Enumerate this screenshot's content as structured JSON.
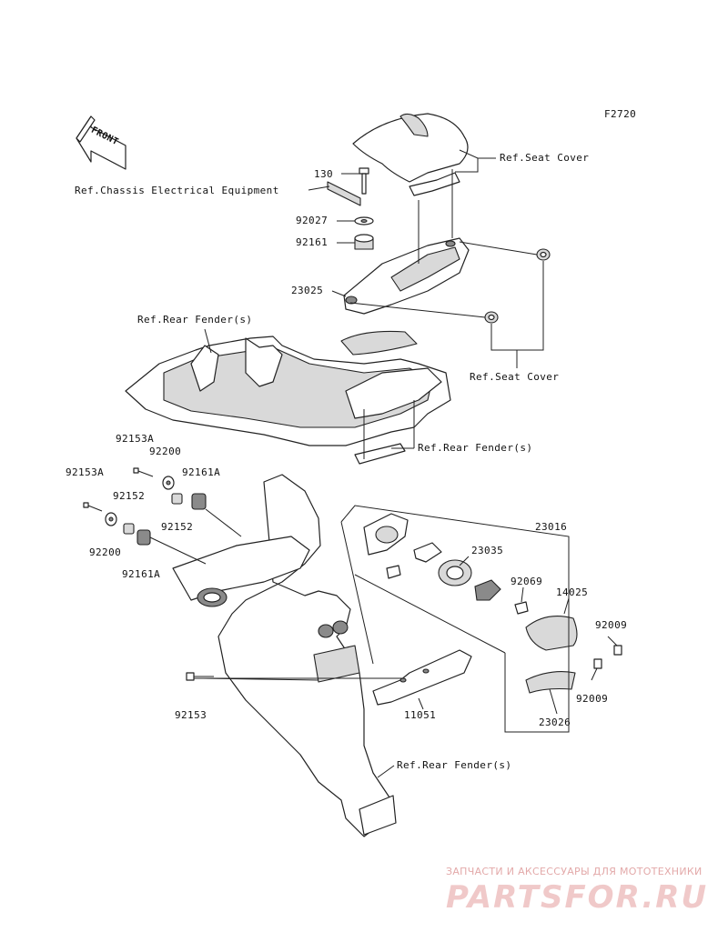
{
  "figure_id": "F2720",
  "front_label": "FRONT",
  "callouts": {
    "p130": "130",
    "chassis_ref": "Ref.Chassis Electrical Equipment",
    "p92027": "92027",
    "p92161": "92161",
    "p23025": "23025",
    "seat_cover_ref_top": "Ref.Seat Cover",
    "rear_fender_ref_top": "Ref.Rear Fender(s)",
    "seat_cover_ref_mid": "Ref.Seat Cover",
    "rear_fender_ref_mid": "Ref.Rear Fender(s)",
    "p92153A_top": "92153A",
    "p92200_top": "92200",
    "p92161A_top": "92161A",
    "p92153A_left": "92153A",
    "p92152_left": "92152",
    "p92152_mid": "92152",
    "p92200_left": "92200",
    "p92161A_left": "92161A",
    "p23016": "23016",
    "p23035": "23035",
    "p92069": "92069",
    "p14025": "14025",
    "p92009_a": "92009",
    "p92009_b": "92009",
    "p11051": "11051",
    "p23026": "23026",
    "p92153": "92153",
    "rear_fender_ref_bottom": "Ref.Rear Fender(s)"
  },
  "watermark": {
    "top": "ЗАПЧАСТИ И АКСЕССУАРЫ ДЛЯ МОТОТЕХНИКИ",
    "brand": "PARTSFOR.RU"
  }
}
